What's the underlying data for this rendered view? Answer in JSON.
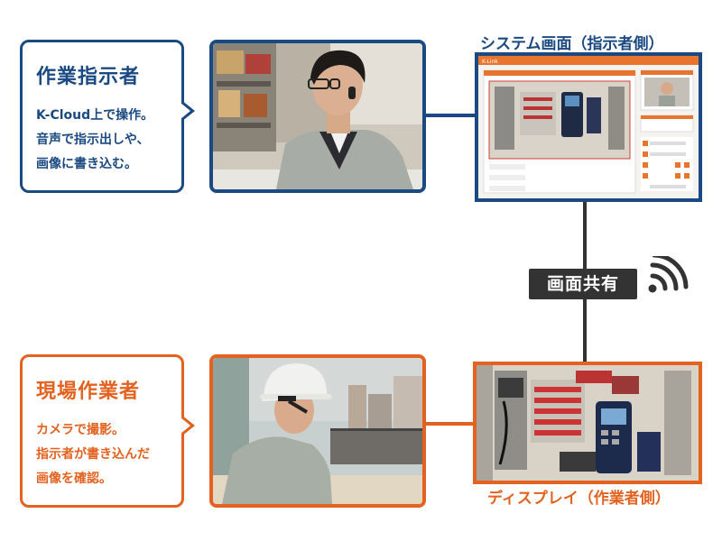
{
  "supervisor": {
    "role": "作業指示者",
    "desc": [
      "K-Cloud上で操作。",
      "音声で指示出しや、",
      "画像に書き込む。"
    ]
  },
  "worker": {
    "role": "現場作業者",
    "desc": [
      "カメラで撮影。",
      "指示者が書き込んだ",
      "画像を確認。"
    ]
  },
  "system_screen": {
    "caption": "システム画面（指示者側）",
    "app_name": "K-Link"
  },
  "display": {
    "caption": "ディスプレイ（作業者側）"
  },
  "share": {
    "label": "画面共有",
    "icon": "wireless-signal-icon"
  },
  "colors": {
    "supervisor": "#1b4a82",
    "worker": "#e3621f",
    "connector": "#333333"
  }
}
